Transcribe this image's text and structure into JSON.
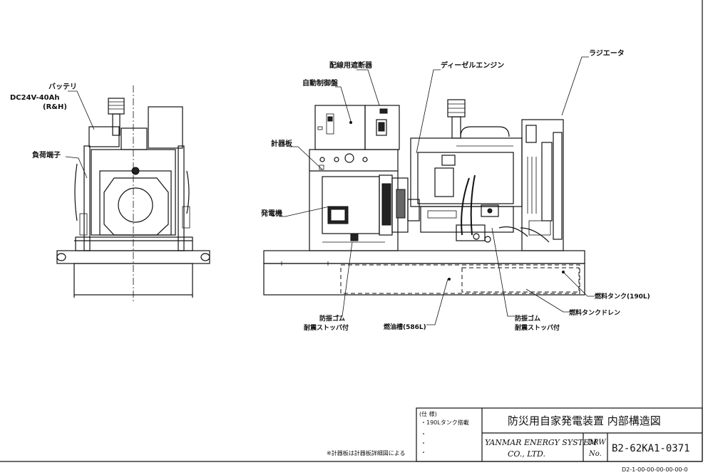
{
  "labels": {
    "battery": "バッテリ",
    "battery_spec": "DC24V-40Ah",
    "battery_note": "(R&H)",
    "load_terminal": "負荷端子",
    "breaker": "配線用遮断器",
    "auto_control_panel": "自動制御盤",
    "instrument_panel": "計器板",
    "generator": "発電機",
    "diesel_engine": "ディーゼルエンジン",
    "radiator": "ラジエータ",
    "fuel_tank": "燃料タンク(190L)",
    "fuel_tank_drain": "燃料タンクドレン",
    "vib_rubber_left_1": "防振ゴム",
    "vib_rubber_left_2": "耐震ストッパ付",
    "oil_base": "燃油槽(586L)",
    "vib_rubber_right_1": "防振ゴム",
    "vib_rubber_right_2": "耐震ストッパ付"
  },
  "title_block": {
    "spec_header": "(仕  様)",
    "spec_item": "・190Lタンク搭載",
    "title": "防災用自家発電装置  内部構造図",
    "company_line1": "YANMAR ENERGY SYSTEM",
    "company_line2": "CO., LTD.",
    "drw_label_1": "DRW",
    "drw_label_2": "No.",
    "drawing_number": "B2-62KA1-0371",
    "footnote": "※計器板は計器板詳細図による",
    "stamp_code": "D2-1-00-00-00-00-00-0"
  }
}
